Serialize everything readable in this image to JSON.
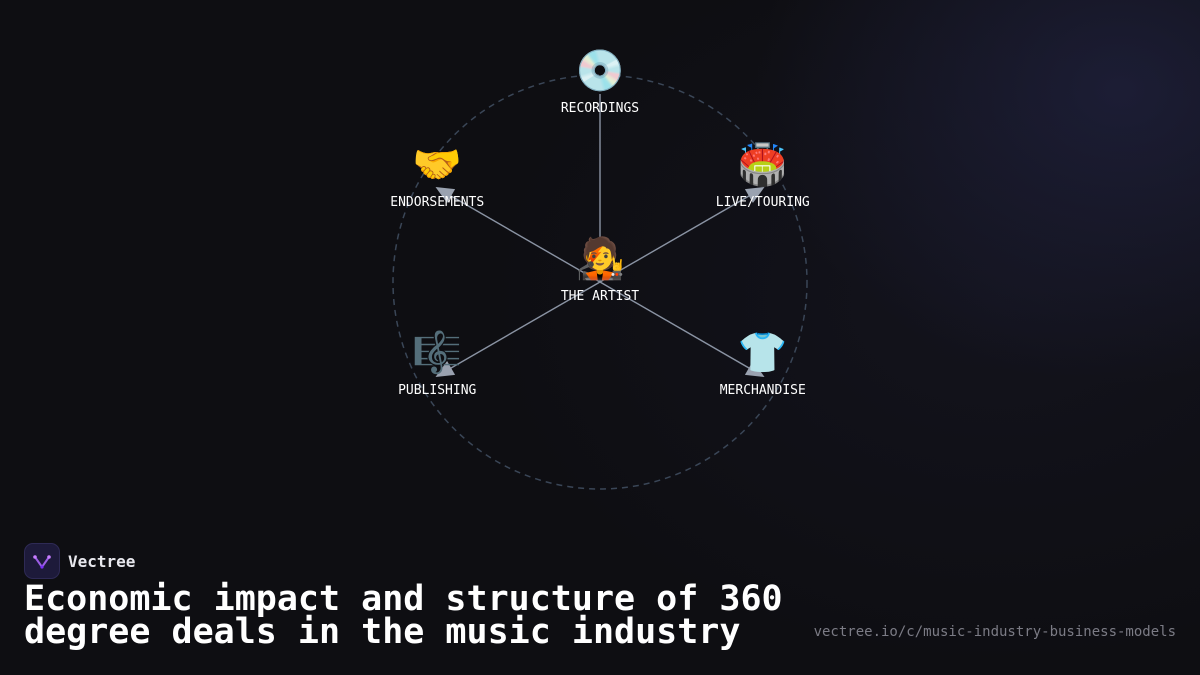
{
  "diagram": {
    "center": {
      "icon": "🧑‍🎤",
      "icon_name": "singer-icon",
      "label": "THE ARTIST"
    },
    "nodes": [
      {
        "id": "recordings",
        "icon": "💿",
        "icon_name": "disc-icon",
        "label": "RECORDINGS"
      },
      {
        "id": "live-touring",
        "icon": "🏟️",
        "icon_name": "stadium-icon",
        "label": "LIVE/TOURING"
      },
      {
        "id": "merchandise",
        "icon": "👕",
        "icon_name": "t-shirt-icon",
        "label": "MERCHANDISE"
      },
      {
        "id": "publishing",
        "icon": "🎼",
        "icon_name": "musical-score-icon",
        "label": "PUBLISHING"
      },
      {
        "id": "endorsements",
        "icon": "🤝",
        "icon_name": "handshake-icon",
        "label": "ENDORSEMENTS"
      }
    ],
    "colors": {
      "ring": "#3a4657",
      "connector": "#8a93a3",
      "arrowhead": "#9aa2b0",
      "label": "#ffffff"
    }
  },
  "brand": {
    "name": "Vectree",
    "logo_icon": "vectree-logo-icon",
    "logo_color": "#9b5de5"
  },
  "title": "Economic impact and structure of 360 degree deals in the music industry",
  "source_url": "vectree.io/c/music-industry-business-models"
}
